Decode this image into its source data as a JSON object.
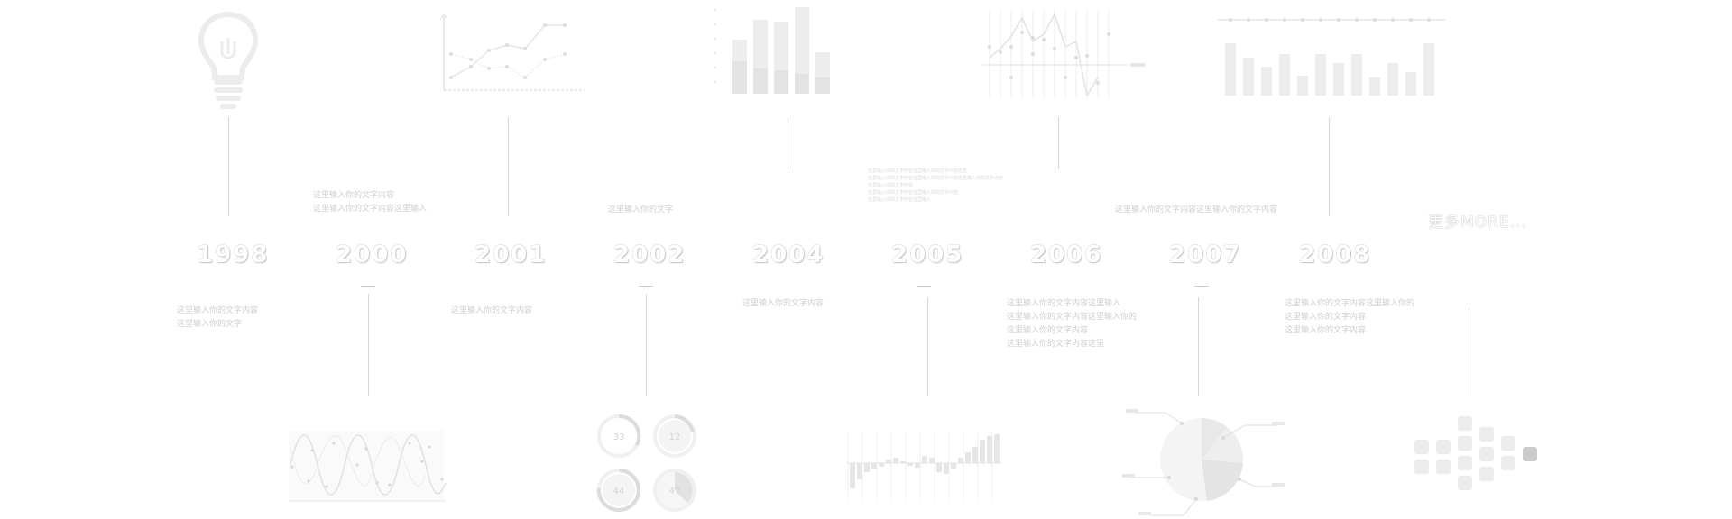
{
  "timeline": {
    "years": [
      "1998",
      "2000",
      "2001",
      "2002",
      "2004",
      "2005",
      "2006",
      "2007",
      "2008"
    ],
    "more_label": "更多MORE..."
  },
  "notes": {
    "n1998": [
      "这里输入你的文字内容",
      "这里输入你的文字"
    ],
    "n2000": [
      "这里输入你的文字内容",
      "这里输入你的文字内容这里输入"
    ],
    "n2001": [
      "这里输入你的文字内容"
    ],
    "n2002": [
      "这里输入你的文字"
    ],
    "n2004": [
      "这里输入你的文字内容"
    ],
    "n2006": [
      "这里输入你的文字内容这里输入",
      "这里输入你的文字内容这里输入你的",
      "这里输入你的文字内容",
      "这里输入你的文字内容这里"
    ],
    "n2006b": [
      "这里输入你的文字内容这里输入你的文字内容"
    ],
    "n2008": [
      "这里输入你的文字内容这里输入你的",
      "这里输入你的文字内容",
      "这里输入你的文字内容"
    ]
  },
  "donuts": [
    "33",
    "12",
    "44",
    "47"
  ],
  "colors": {
    "line": "#d6d6d6",
    "chart": "#e4e4e4",
    "text": "#cfcfcf",
    "accent": "#bdbdbd"
  },
  "icons": {
    "bulb": "lightbulb-icon",
    "grid": "dot-grid-icon"
  }
}
